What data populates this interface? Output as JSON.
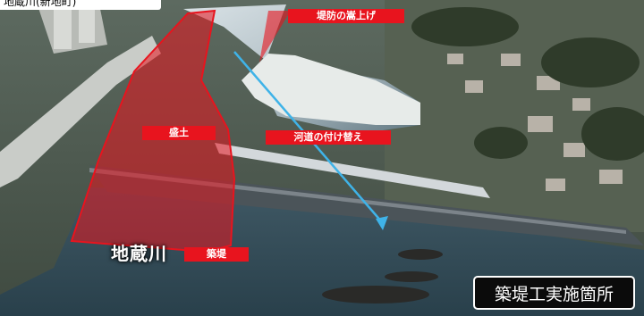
{
  "photo": {
    "description_colors": {
      "water": "#c9d5dc",
      "overlay": "#e8141e",
      "arrow": "#3fb3e8"
    }
  },
  "labels": {
    "top_left_caption": "地蔵川(新地町)",
    "levee_raise": "堤防の嵩上げ",
    "fill": "盛土",
    "channel_reroute": "河道の付け替え",
    "embankment": "築堤",
    "river_name": "地蔵川",
    "site": "築堤工実施箇所"
  }
}
